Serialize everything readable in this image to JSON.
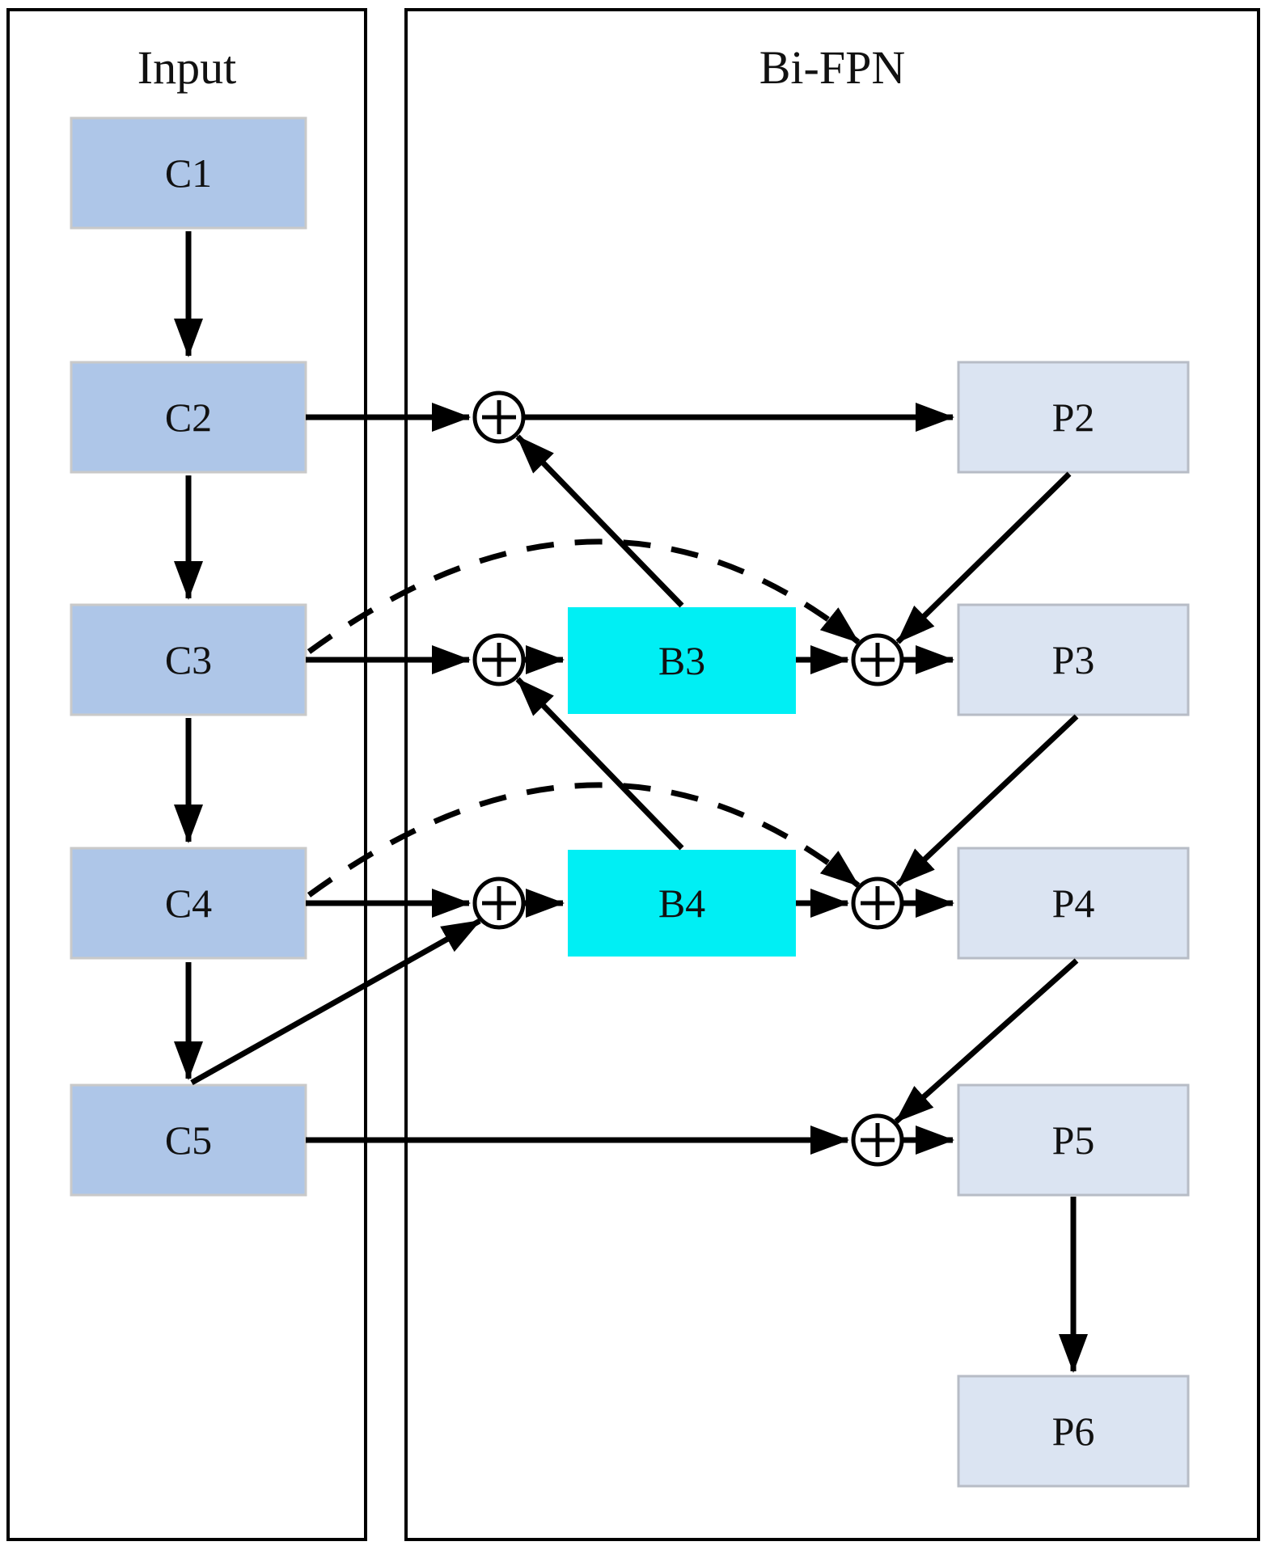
{
  "diagram": {
    "panels": {
      "input": {
        "title": "Input"
      },
      "bifpn": {
        "title": "Bi-FPN"
      }
    },
    "nodes": {
      "c1": {
        "label": "C1"
      },
      "c2": {
        "label": "C2"
      },
      "c3": {
        "label": "C3"
      },
      "c4": {
        "label": "C4"
      },
      "c5": {
        "label": "C5"
      },
      "b3": {
        "label": "B3"
      },
      "b4": {
        "label": "B4"
      },
      "p2": {
        "label": "P2"
      },
      "p3": {
        "label": "P3"
      },
      "p4": {
        "label": "P4"
      },
      "p5": {
        "label": "P5"
      },
      "p6": {
        "label": "P6"
      }
    },
    "icons": {
      "sum_node": "circle-plus"
    },
    "colors": {
      "backbone_box_fill": "#aec6e8",
      "bifpn_box_fill": "#00eff4",
      "output_box_fill": "#dbe4f2",
      "line": "#000000",
      "background": "#ffffff"
    }
  }
}
